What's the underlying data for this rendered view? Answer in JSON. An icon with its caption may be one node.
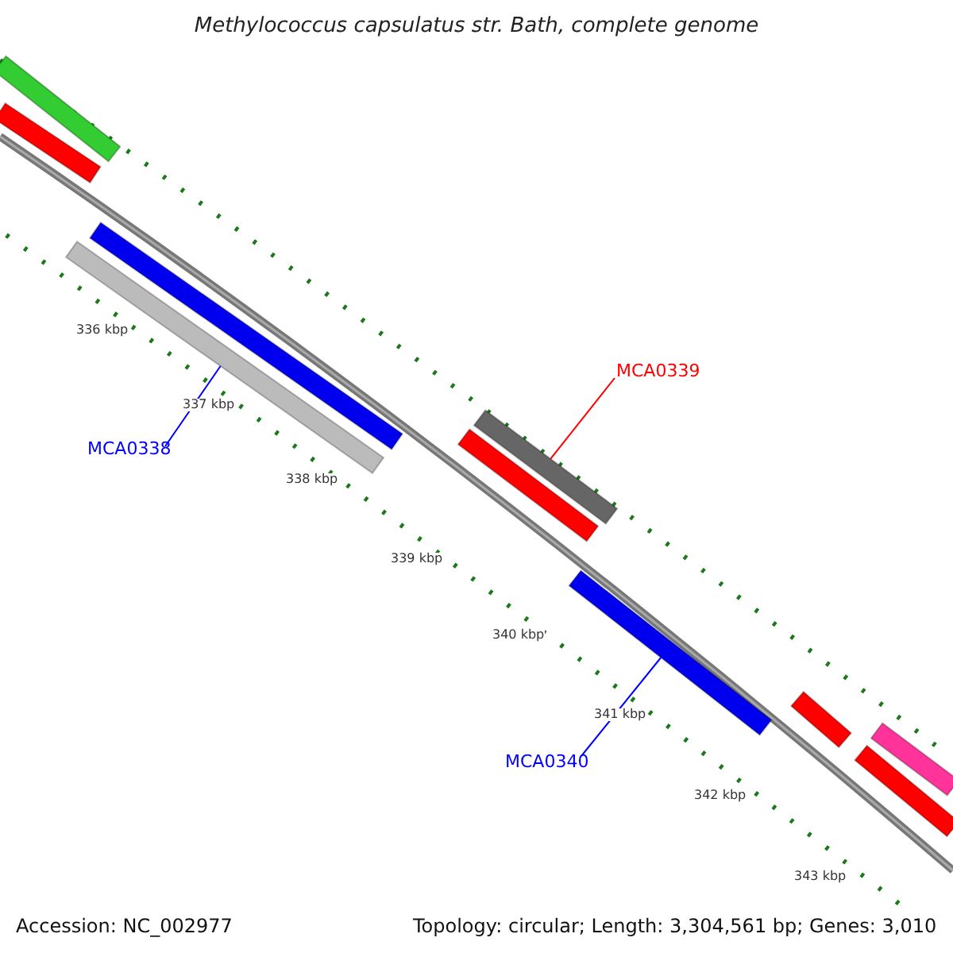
{
  "diagram": {
    "title": "Methylococcus capsulatus str. Bath, complete genome",
    "nodes": [
      {
        "text": [
          "MCA0339"
        ]
      },
      {
        "text": [],
        "shape": "bar"
      },
      {
        "text": [
          "MCA0338"
        ]
      },
      {
        "text": [],
        "shape": "bar"
      },
      {
        "text": [
          "MCA0340"
        ]
      },
      {
        "text": [],
        "shape": "bar"
      }
    ],
    "edges": [
      {
        "from": 0,
        "to": 1,
        "arrow": "none",
        "color": "#ff0000"
      },
      {
        "from": 2,
        "to": 3,
        "arrow": "none"
      },
      {
        "from": 4,
        "to": 5,
        "arrow": "none"
      }
    ],
    "labels": [
      "336 kbp",
      "337 kbp",
      "338 kbp",
      "339 kbp",
      "340 kbp",
      "341 kbp",
      "342 kbp",
      "343 kbp",
      "Accession: NC_002977",
      "Topology: circular; Length: 3,304,561 bp; Genes: 3,010"
    ]
  }
}
